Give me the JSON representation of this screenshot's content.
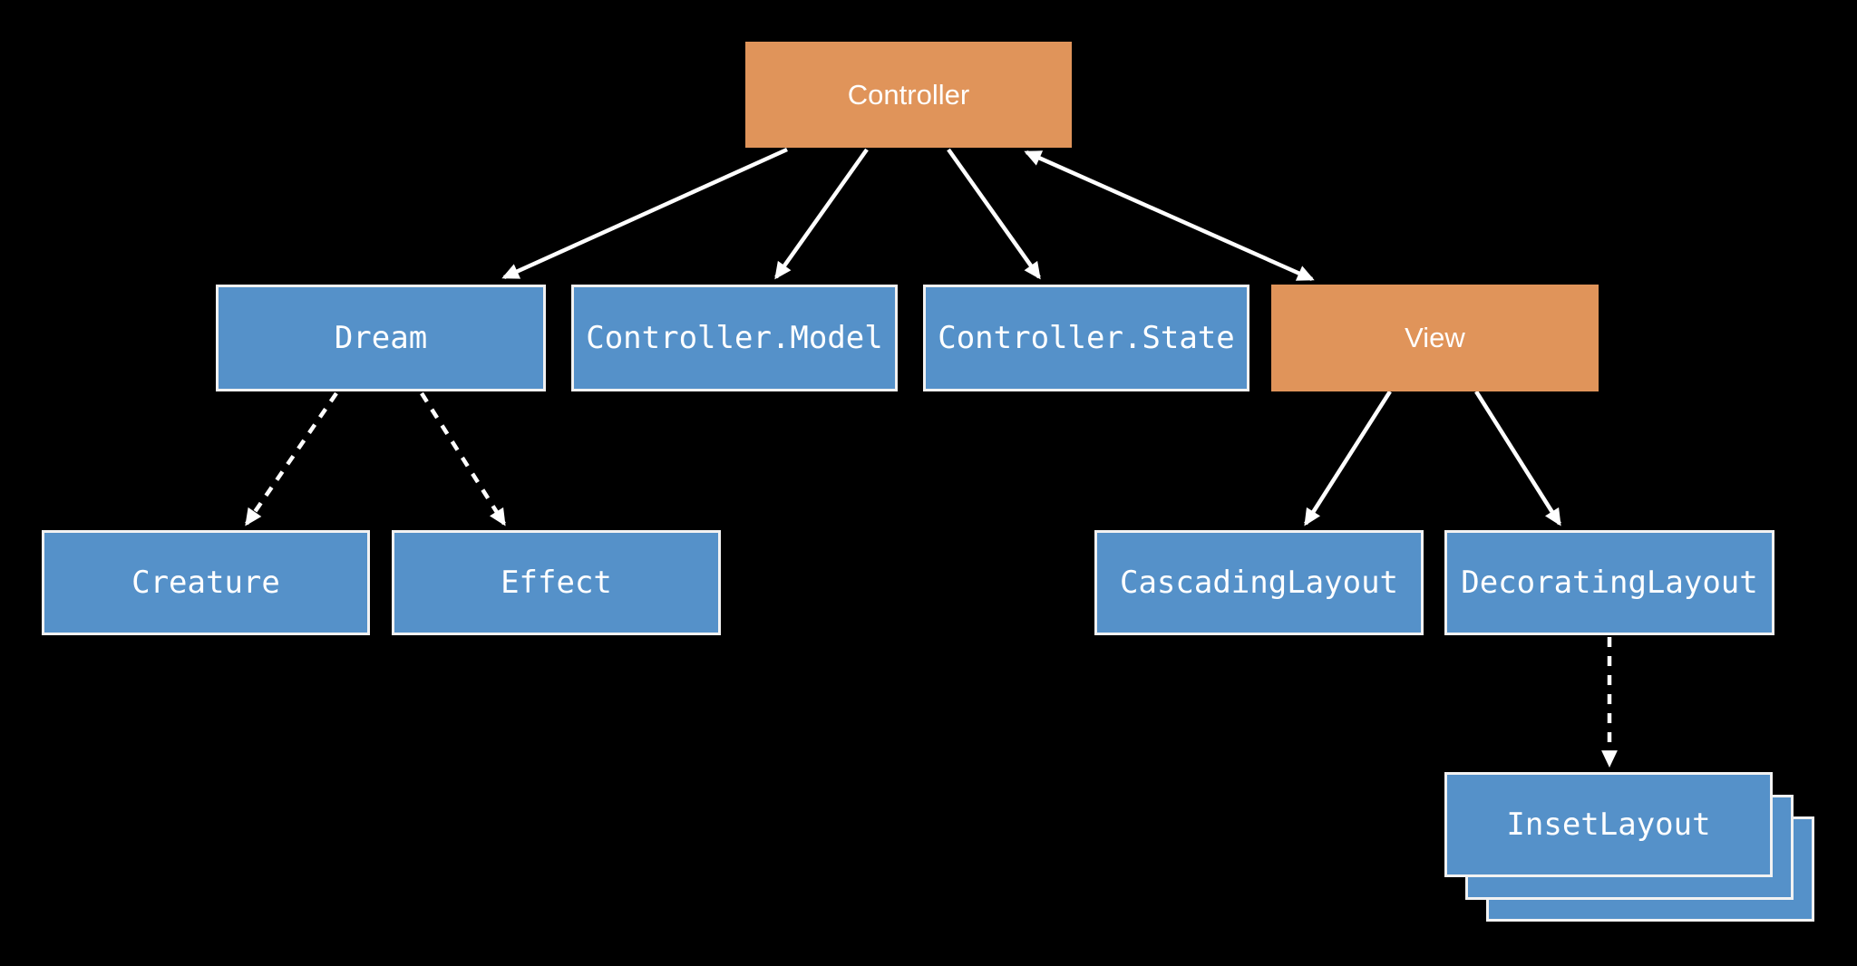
{
  "diagram": {
    "background": "#000000",
    "colors": {
      "orange": "#E0945A",
      "blue": "#5591C9",
      "arrow": "#FFFFFF",
      "node_border": "#F2F2F2",
      "label_text": "#FFFFFF",
      "background": "#000000"
    },
    "nodes": [
      {
        "id": "controller",
        "label": "Controller",
        "type": "orange"
      },
      {
        "id": "dream",
        "label": "Dream",
        "type": "blue"
      },
      {
        "id": "controller-model",
        "label": "Controller.Model",
        "type": "blue"
      },
      {
        "id": "controller-state",
        "label": "Controller.State",
        "type": "blue"
      },
      {
        "id": "view",
        "label": "View",
        "type": "orange"
      },
      {
        "id": "creature",
        "label": "Creature",
        "type": "blue"
      },
      {
        "id": "effect",
        "label": "Effect",
        "type": "blue"
      },
      {
        "id": "cascading-layout",
        "label": "CascadingLayout",
        "type": "blue"
      },
      {
        "id": "decorating-layout",
        "label": "DecoratingLayout",
        "type": "blue"
      },
      {
        "id": "inset-layout",
        "label": "InsetLayout",
        "type": "blue",
        "stacked": true,
        "stack_count": 3
      }
    ],
    "edges": [
      {
        "from": "controller",
        "to": "dream",
        "style": "solid",
        "arrowheads": "end"
      },
      {
        "from": "controller",
        "to": "controller-model",
        "style": "solid",
        "arrowheads": "end"
      },
      {
        "from": "controller",
        "to": "controller-state",
        "style": "solid",
        "arrowheads": "end"
      },
      {
        "from": "controller",
        "to": "view",
        "style": "solid",
        "arrowheads": "both"
      },
      {
        "from": "view",
        "to": "cascading-layout",
        "style": "solid",
        "arrowheads": "end"
      },
      {
        "from": "view",
        "to": "decorating-layout",
        "style": "solid",
        "arrowheads": "end"
      },
      {
        "from": "dream",
        "to": "creature",
        "style": "dashed",
        "arrowheads": "end"
      },
      {
        "from": "dream",
        "to": "effect",
        "style": "dashed",
        "arrowheads": "end"
      },
      {
        "from": "decorating-layout",
        "to": "inset-layout",
        "style": "dashed",
        "arrowheads": "end"
      }
    ]
  }
}
